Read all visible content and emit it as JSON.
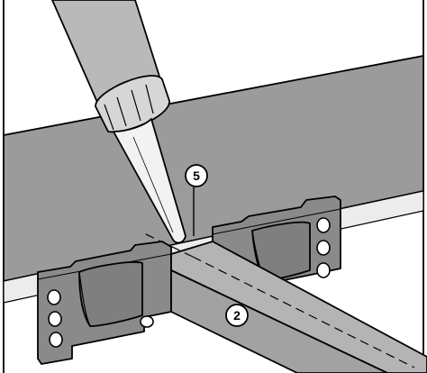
{
  "colors": {
    "background": "#ffffff",
    "wall": "#9b9b9b",
    "ledge": "#ececec",
    "bracket": "#8a8a8a",
    "hinge_roll": "#7f7f7f",
    "rail": "#a8a8a8",
    "tube": "#b9b9b9",
    "cap": "#d6d6d6",
    "nozzle": "#f2f2f2",
    "outline": "#000000",
    "callout_fill": "#ffffff"
  },
  "callouts": [
    {
      "id": "sealant-point",
      "number": "5"
    },
    {
      "id": "guide-rail",
      "number": "2"
    }
  ],
  "icons": [
    "sealant-tube-icon",
    "hinge-bracket-icon",
    "guide-rail-icon"
  ]
}
